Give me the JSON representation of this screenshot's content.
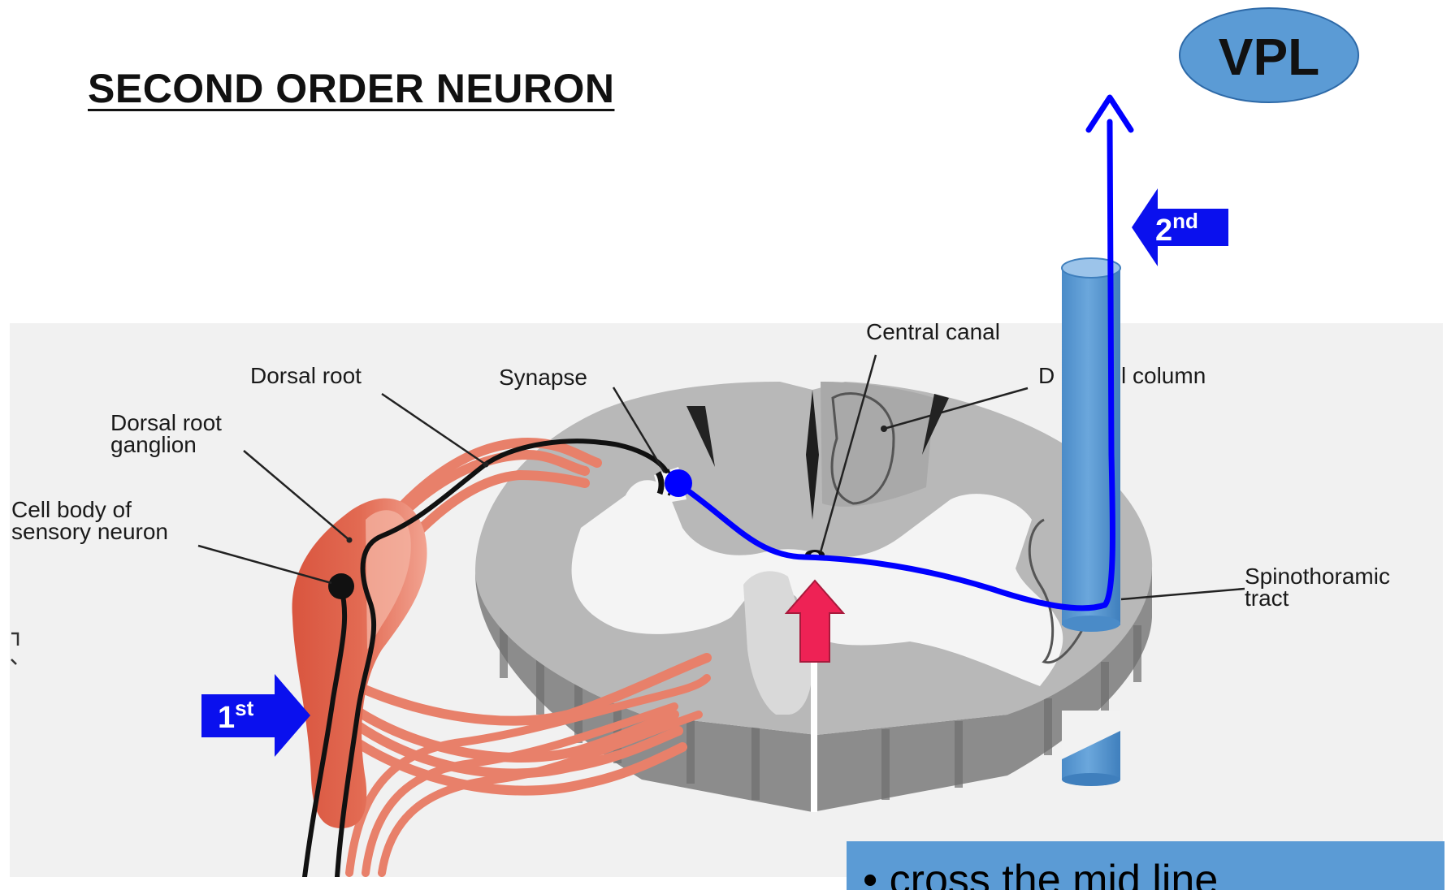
{
  "title": "SECOND ORDER NEURON",
  "labels": {
    "vpl": "VPL",
    "second_ord_num": "2",
    "second_ord_sup": "nd",
    "first_ord_num": "1",
    "first_ord_sup": "st",
    "dorsal_root": "Dorsal root",
    "dorsal_root_ganglion_1": "Dorsal root",
    "dorsal_root_ganglion_2": "ganglion",
    "cell_body_1": "Cell body of",
    "cell_body_2": "sensory neuron",
    "synapse": "Synapse",
    "central_canal": "Central canal",
    "dorsal_column_start": "D",
    "dorsal_column_end": "l column",
    "spinothalamic_1": "Spinothoramic",
    "spinothalamic_2": "tract"
  },
  "bullet": "• cross the mid line",
  "colors": {
    "pathway_blue": "#0000ff",
    "tract_blue": "#5b9bd5",
    "arrow_blue": "#0a10ee",
    "crossing_arrow": "#ee2255",
    "nerve_salmon": "#e8806a"
  }
}
